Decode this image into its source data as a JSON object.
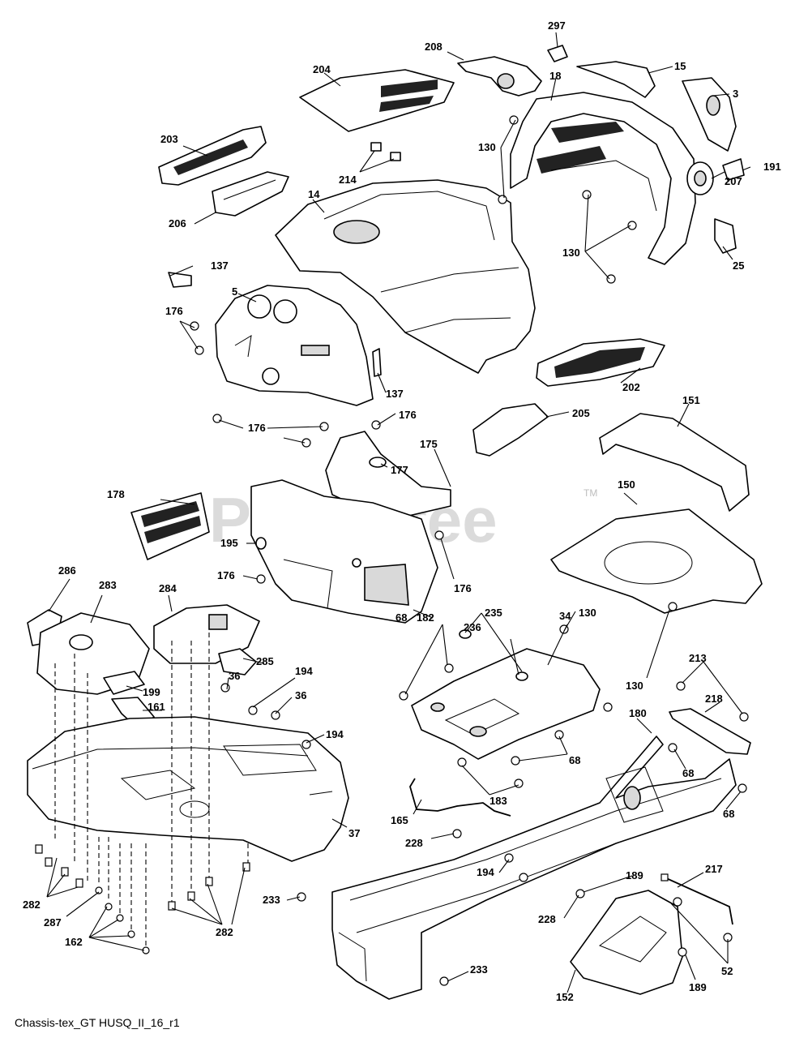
{
  "watermark": {
    "text": "PartsTree",
    "tm": "TM"
  },
  "caption": "Chassis-tex_GT HUSQ_II_16_r1",
  "callouts": {
    "c297": "297",
    "c208": "208",
    "c15": "15",
    "c204": "204",
    "c18": "18",
    "c3": "3",
    "c203": "203",
    "c130a": "130",
    "c214": "214",
    "c191": "191",
    "c207": "207",
    "c14": "14",
    "c206": "206",
    "c130b": "130",
    "c25": "25",
    "c137a": "137",
    "c5": "5",
    "c176a": "176",
    "c137b": "137",
    "c202": "202",
    "c176b": "176",
    "c176c": "176",
    "c205": "205",
    "c151": "151",
    "c175": "175",
    "c177": "177",
    "c178": "178",
    "c150": "150",
    "c195": "195",
    "c176d": "176",
    "c176e": "176",
    "c130c": "130",
    "c286": "286",
    "c283": "283",
    "c284": "284",
    "c182": "182",
    "c235": "235",
    "c68a": "68",
    "c34": "34",
    "c236": "236",
    "c285": "285",
    "c36a": "36",
    "c194a": "194",
    "c36b": "36",
    "c199": "199",
    "c161": "161",
    "c194b": "194",
    "c130d": "130",
    "c213": "213",
    "c218": "218",
    "c180": "180",
    "c68b": "68",
    "c68c": "68",
    "c183": "183",
    "c165": "165",
    "c68d": "68",
    "c37": "37",
    "c228a": "228",
    "c194c": "194",
    "c189a": "189",
    "c217": "217",
    "c282a": "282",
    "c287": "287",
    "c233a": "233",
    "c228b": "228",
    "c162": "162",
    "c282b": "282",
    "c52": "52",
    "c233b": "233",
    "c189b": "189",
    "c152": "152"
  }
}
